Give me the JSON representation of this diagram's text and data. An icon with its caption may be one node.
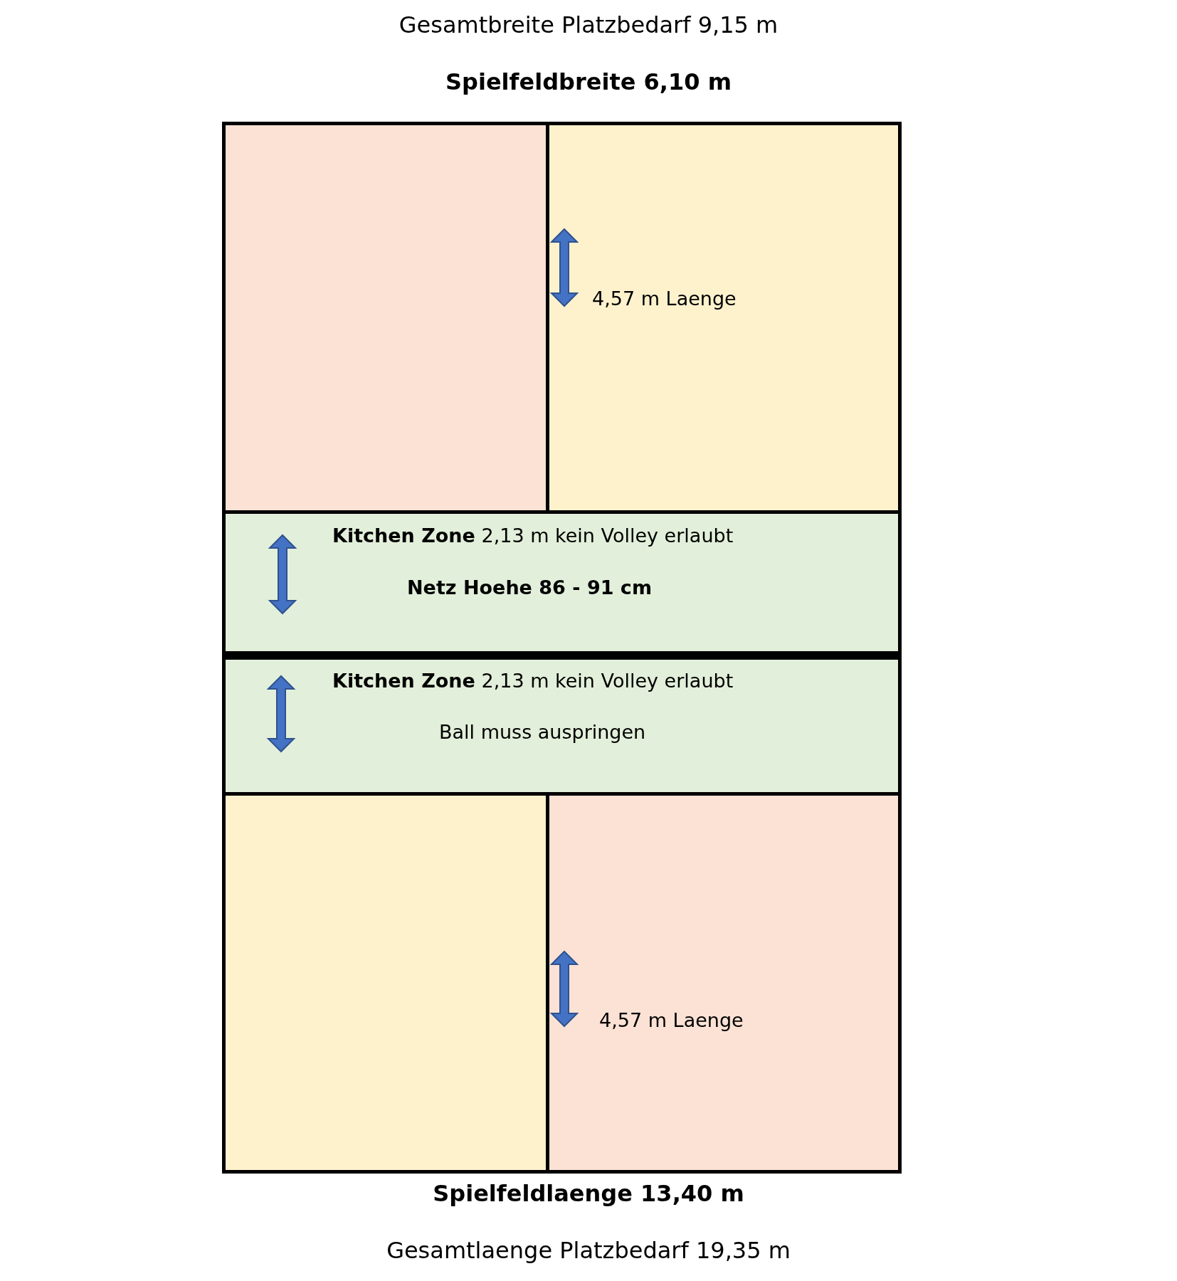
{
  "diagram": {
    "nodes": [
      {
        "text": [],
        "shape": "box"
      },
      {
        "text": [
          "4,57 m Laenge"
        ]
      },
      {
        "text": [
          "**Kitchen Zone** 2,13 m  kein Volley erlaubt",
          "Netz Hoehe 86 - 91 cm"
        ]
      },
      {
        "text": [
          "**Kitchen Zone** 2,13 m  kein Volley erlaubt",
          "Ball muss auspringen"
        ]
      },
      {
        "text": [],
        "shape": "box"
      },
      {
        "text": [
          "4,57 m Laenge"
        ]
      }
    ],
    "edges": [],
    "labels": [
      "Gesamtbreite Platzbedarf 9,15 m",
      "Spielfeldbreite 6,10 m",
      "Spielfeldlaenge 13,40 m",
      "Gesamtlaenge Platzbedarf 19,35 m"
    ]
  }
}
